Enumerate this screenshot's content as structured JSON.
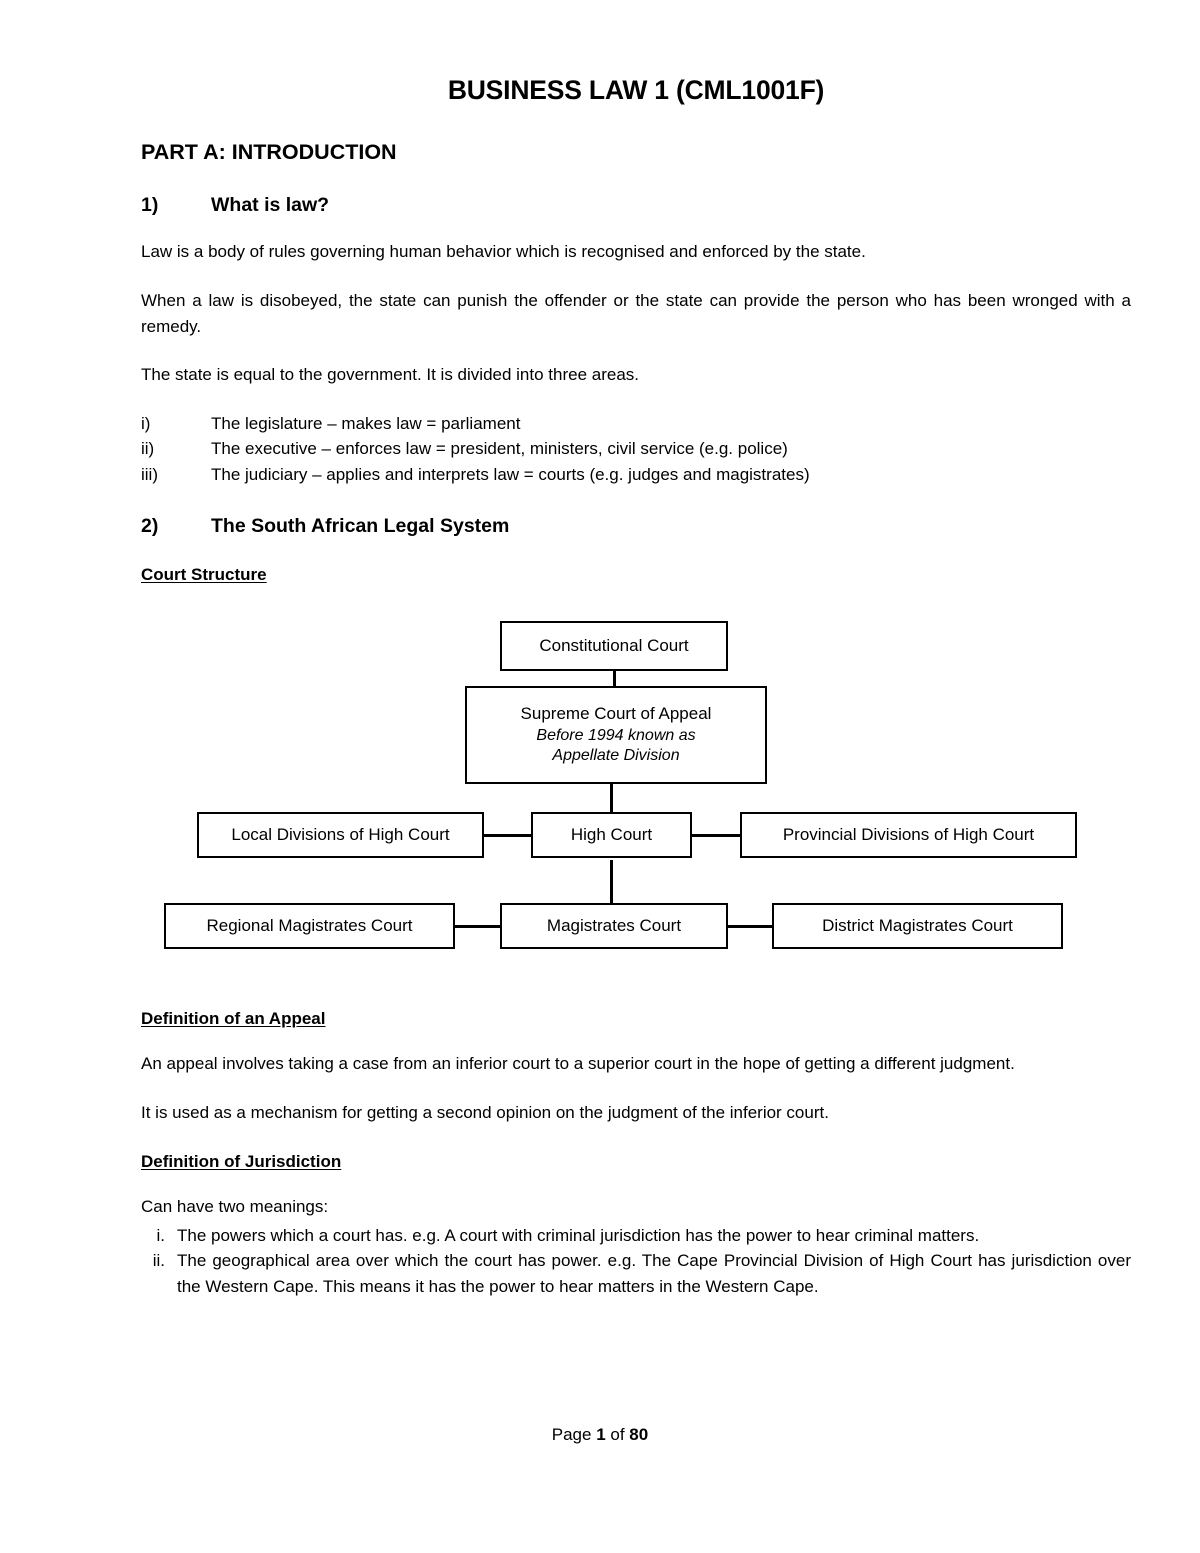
{
  "document": {
    "title": "BUSINESS LAW 1 (CML1001F)",
    "part_heading": "PART A: INTRODUCTION"
  },
  "sections": {
    "what_is_law": {
      "number": "1)",
      "heading": "What is law?",
      "paragraphs": [
        "Law is a body of rules governing human behavior which is recognised and enforced by the state.",
        "When a law is disobeyed, the state can punish the offender or the state can provide the person who has been wronged with a remedy.",
        "The state is equal to the government. It is divided into three areas."
      ],
      "branches": [
        {
          "marker": "i)",
          "text": "The legislature – makes law = parliament"
        },
        {
          "marker": "ii)",
          "text": "The executive – enforces law = president, ministers, civil service (e.g. police)"
        },
        {
          "marker": "iii)",
          "text": "The judiciary – applies and interprets law = courts (e.g. judges and magistrates)"
        }
      ]
    },
    "legal_system": {
      "number": "2)",
      "heading": "The South African Legal System",
      "court_structure_heading": "Court Structure"
    },
    "appeal": {
      "heading": "Definition of an Appeal",
      "paragraphs": [
        "An appeal involves taking a case from an inferior court to a superior court in the hope of getting a different judgment.",
        "It is used as a mechanism for getting a second opinion on the judgment of the inferior court."
      ]
    },
    "jurisdiction": {
      "heading": "Definition of Jurisdiction",
      "intro": "Can have two meanings:",
      "items": [
        {
          "marker": "i.",
          "text": "The powers which a court has. e.g.  A court with criminal jurisdiction has the power to hear criminal matters."
        },
        {
          "marker": "ii.",
          "text": "The geographical area over which the court has power. e.g. The Cape Provincial Division of High Court has jurisdiction over the Western Cape. This means it has the power to hear matters in the Western Cape."
        }
      ]
    }
  },
  "chart_data": {
    "type": "diagram",
    "title": "Court Structure",
    "nodes": [
      {
        "id": "constitutional-court",
        "label": "Constitutional Court",
        "sub": ""
      },
      {
        "id": "supreme-court-of-appeal",
        "label": "Supreme Court of Appeal",
        "sub": "Before 1994 known as\nAppellate Division"
      },
      {
        "id": "local-divisions-of-high-court",
        "label": "Local Divisions of High Court",
        "sub": ""
      },
      {
        "id": "high-court",
        "label": "High Court",
        "sub": ""
      },
      {
        "id": "provincial-divisions-of-high-court",
        "label": "Provincial Divisions of High Court",
        "sub": ""
      },
      {
        "id": "regional-magistrates-court",
        "label": "Regional Magistrates Court",
        "sub": ""
      },
      {
        "id": "magistrates-court",
        "label": "Magistrates Court",
        "sub": ""
      },
      {
        "id": "district-magistrates-court",
        "label": "District Magistrates Court",
        "sub": ""
      }
    ],
    "edges": [
      {
        "from": "constitutional-court",
        "to": "supreme-court-of-appeal"
      },
      {
        "from": "supreme-court-of-appeal",
        "to": "high-court"
      },
      {
        "from": "local-divisions-of-high-court",
        "to": "high-court"
      },
      {
        "from": "high-court",
        "to": "provincial-divisions-of-high-court"
      },
      {
        "from": "high-court",
        "to": "magistrates-court"
      },
      {
        "from": "regional-magistrates-court",
        "to": "magistrates-court"
      },
      {
        "from": "magistrates-court",
        "to": "district-magistrates-court"
      }
    ]
  },
  "footer": {
    "prefix": "Page ",
    "page_number": "1",
    "middle": " of ",
    "total_pages": "80"
  },
  "chart_labels": {
    "constitutional_court": "Constitutional Court",
    "supreme_court": "Supreme Court of Appeal",
    "supreme_court_sub_line1": "Before 1994 known as",
    "supreme_court_sub_line2": "Appellate Division",
    "local_divisions": "Local Divisions of High Court",
    "high_court": "High Court",
    "provincial_divisions": "Provincial Divisions of High Court",
    "regional_magistrates": "Regional Magistrates Court",
    "magistrates_court": "Magistrates Court",
    "district_magistrates": "District Magistrates Court"
  }
}
